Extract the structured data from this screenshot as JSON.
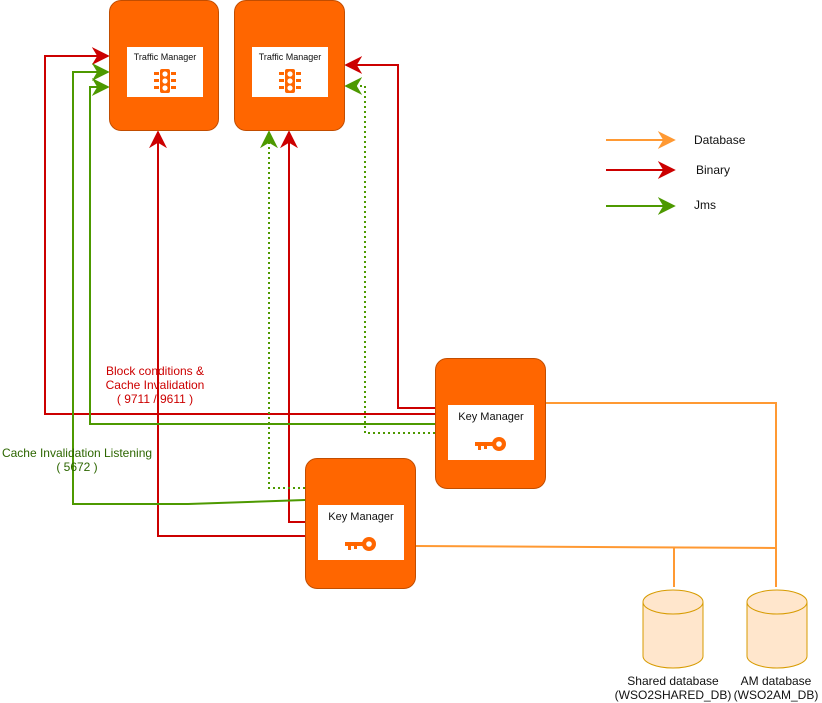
{
  "colors": {
    "node": "#ff6600",
    "database": "#ff9933",
    "binary": "#cc0000",
    "jms": "#4d9900",
    "db_fill": "#ffe6cc",
    "db_stroke": "#d79b00"
  },
  "traffic_managers": [
    {
      "title": "Traffic Manager",
      "icon": "traffic-light-icon"
    },
    {
      "title": "Traffic Manager",
      "icon": "traffic-light-icon"
    }
  ],
  "key_managers": [
    {
      "title": "Key Manager",
      "icon": "key-icon"
    },
    {
      "title": "Key Manager",
      "icon": "key-icon"
    }
  ],
  "legend": [
    {
      "label": "Database",
      "color": "#ff9933"
    },
    {
      "label": "Binary",
      "color": "#cc0000"
    },
    {
      "label": "Jms",
      "color": "#4d9900"
    }
  ],
  "annotations": {
    "binary_label_lines": [
      "Block conditions &",
      "Cache Invalidation",
      "( 9711 / 9611 )"
    ],
    "jms_label_lines": [
      "Cache Invalidation Listening",
      "( 5672 )"
    ]
  },
  "databases": [
    {
      "line1": "Shared database",
      "line2": "(WSO2SHARED_DB)"
    },
    {
      "line1": "AM database",
      "line2": "(WSO2AM_DB)"
    }
  ]
}
